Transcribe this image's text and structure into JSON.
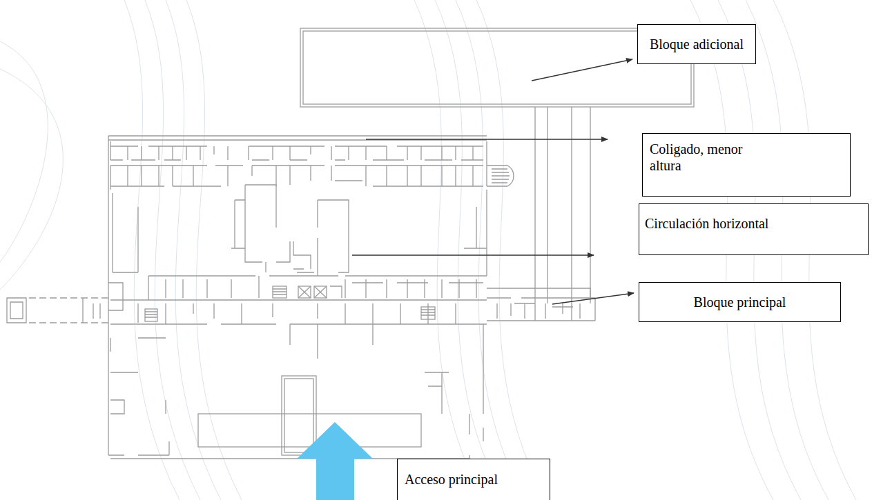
{
  "diagram": {
    "nodes": [
      {
        "text": [
          "Bloque adicional"
        ]
      },
      {
        "text": [
          "Coligado, menor altura"
        ]
      },
      {
        "text": [
          "Circulación horizontal"
        ]
      },
      {
        "text": [
          "Bloque principal"
        ]
      },
      {
        "text": [
          "Acceso principal"
        ]
      }
    ]
  }
}
